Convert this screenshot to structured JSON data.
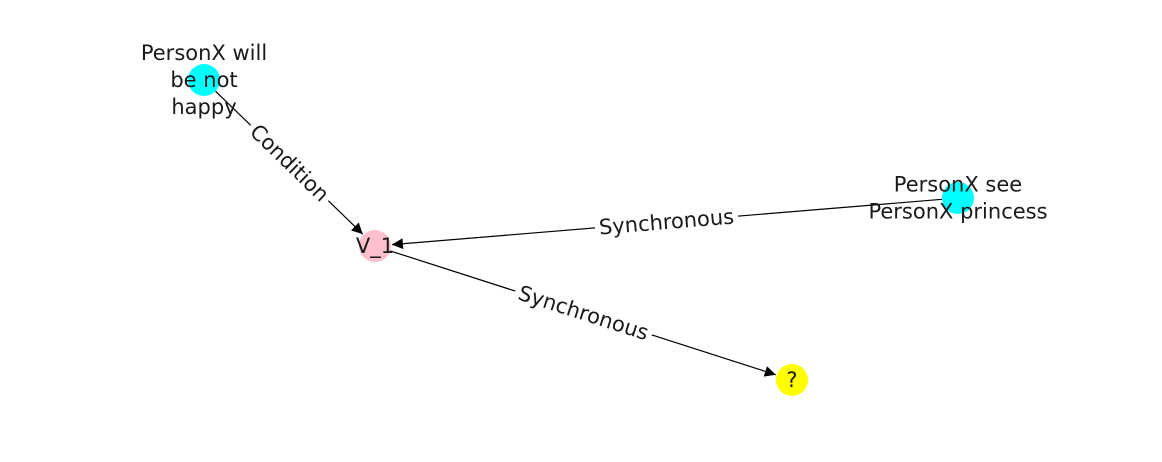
{
  "nodes": [
    {
      "id": "n1",
      "lines": [
        "PersonX will",
        "be not",
        "happy"
      ],
      "color": "#00ffff"
    },
    {
      "id": "n2",
      "lines": [
        "V_1"
      ],
      "color": "#ffc0cb"
    },
    {
      "id": "n3",
      "lines": [
        "PersonX see",
        "PersonX princess"
      ],
      "color": "#00ffff"
    },
    {
      "id": "n4",
      "lines": [
        "?"
      ],
      "color": "#ffff00"
    }
  ],
  "edges": [
    {
      "id": "e1",
      "from": "n1",
      "to": "n2",
      "label": "Condition"
    },
    {
      "id": "e2",
      "from": "n3",
      "to": "n2",
      "label": "Synchronous"
    },
    {
      "id": "e3",
      "from": "n2",
      "to": "n4",
      "label": "Synchronous"
    }
  ]
}
